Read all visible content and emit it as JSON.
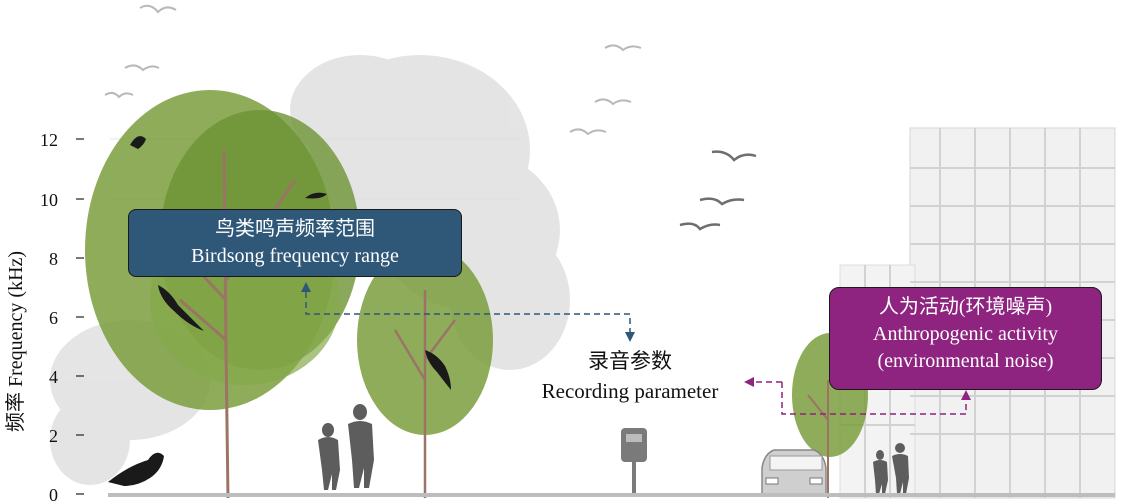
{
  "axis": {
    "label": "频率 Frequency (kHz)",
    "ticks": [
      "0",
      "2",
      "4",
      "6",
      "8",
      "10",
      "12"
    ]
  },
  "birdsong_box": {
    "title_zh": "鸟类鸣声频率范围",
    "title_en": "Birdsong frequency range",
    "color": "#2f5778"
  },
  "recording": {
    "title_zh": "录音参数",
    "title_en": "Recording parameter"
  },
  "anthropogenic_box": {
    "title_zh": "人为活动(环境噪声)",
    "title_en": "Anthropogenic activity",
    "subtitle_en": "(environmental noise)",
    "color": "#8e2380"
  },
  "colors": {
    "tree_green": "#7a9e3c",
    "arrow_blue": "#2f5778",
    "arrow_purple": "#8e2380"
  }
}
